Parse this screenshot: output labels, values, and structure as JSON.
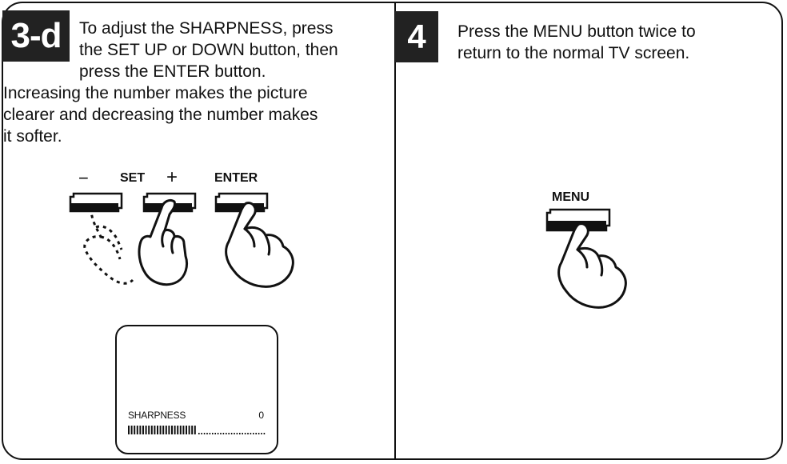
{
  "step_3d": {
    "badge": "3-d",
    "instruction_lines": [
      "To adjust the SHARPNESS, press",
      "the SET UP or DOWN button, then",
      "press the ENTER button."
    ],
    "note_lines": [
      "Increasing the number makes the picture",
      "clearer and decreasing the number makes",
      "it softer."
    ],
    "buttons": {
      "minus": "−",
      "set": "SET",
      "plus": "+",
      "enter": "ENTER"
    },
    "screen": {
      "label": "SHARPNESS",
      "value": "0",
      "level": 0.5
    }
  },
  "step_4": {
    "badge": "4",
    "instruction_lines": [
      "Press the MENU button twice to",
      "return to the normal TV screen."
    ],
    "button": "MENU"
  },
  "colors": {
    "ink": "#111111",
    "badge_bg": "#222222",
    "paper": "#ffffff"
  }
}
